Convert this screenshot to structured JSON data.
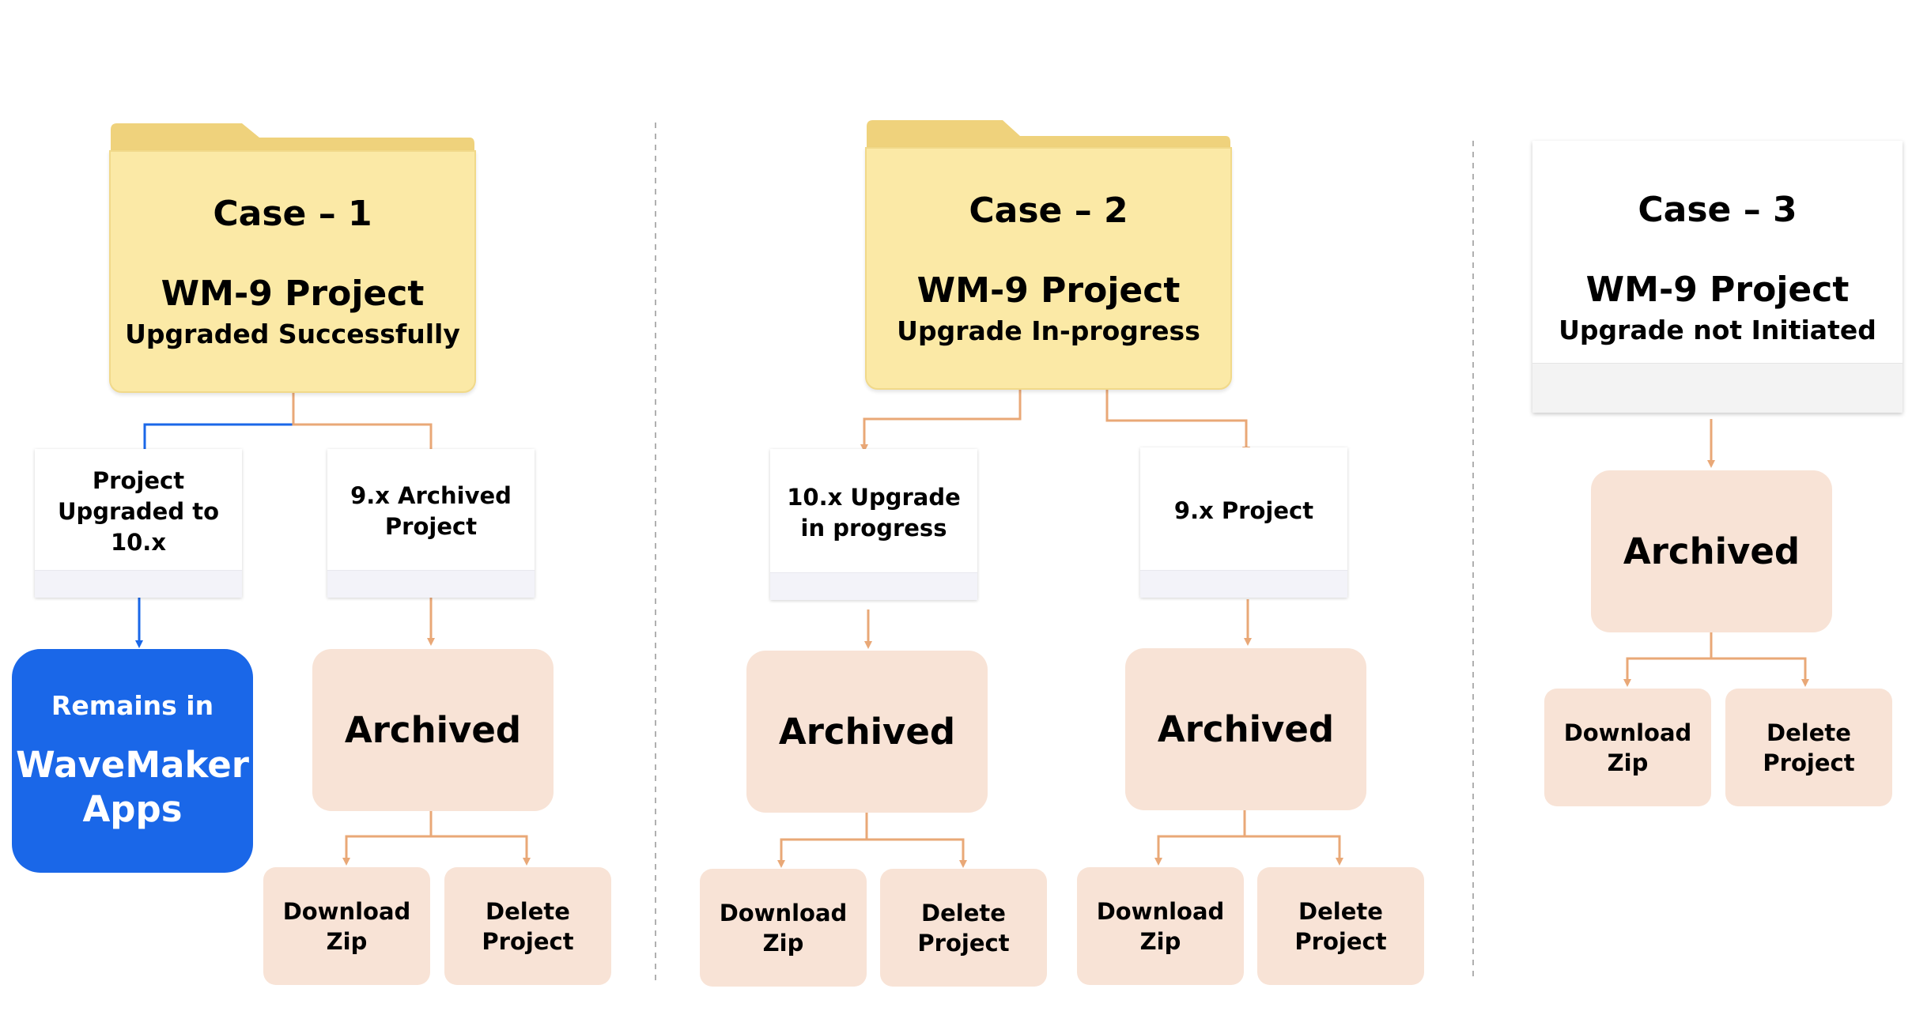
{
  "colors": {
    "folder": "#fbe9a6",
    "peach": "#f8e3d6",
    "connector_orange": "#e9a877",
    "connector_blue": "#1a67e8",
    "blue_box": "#1a67e8",
    "divider": "#b0b0b0"
  },
  "case1": {
    "case_title": "Case – 1",
    "project": "WM-9 Project",
    "status": "Upgraded Successfully",
    "upgraded_label": "Project Upgraded to 10.x",
    "archived_label": "9.x Archived Project",
    "remains_in": "Remains in",
    "wavemaker_apps": "WaveMaker Apps",
    "archived": "Archived",
    "download": "Download Zip",
    "delete": "Delete Project"
  },
  "case2": {
    "case_title": "Case – 2",
    "project": "WM-9 Project",
    "status": "Upgrade In-progress",
    "inprogress_label": "10.x Upgrade in progress",
    "project_label": "9.x Project",
    "archived_a": "Archived",
    "archived_b": "Archived",
    "download_a": "Download Zip",
    "delete_a": "Delete Project",
    "download_b": "Download Zip",
    "delete_b": "Delete Project"
  },
  "case3": {
    "case_title": "Case – 3",
    "project": "WM-9 Project",
    "status": "Upgrade not Initiated",
    "archived": "Archived",
    "download": "Download Zip",
    "delete": "Delete Project"
  }
}
